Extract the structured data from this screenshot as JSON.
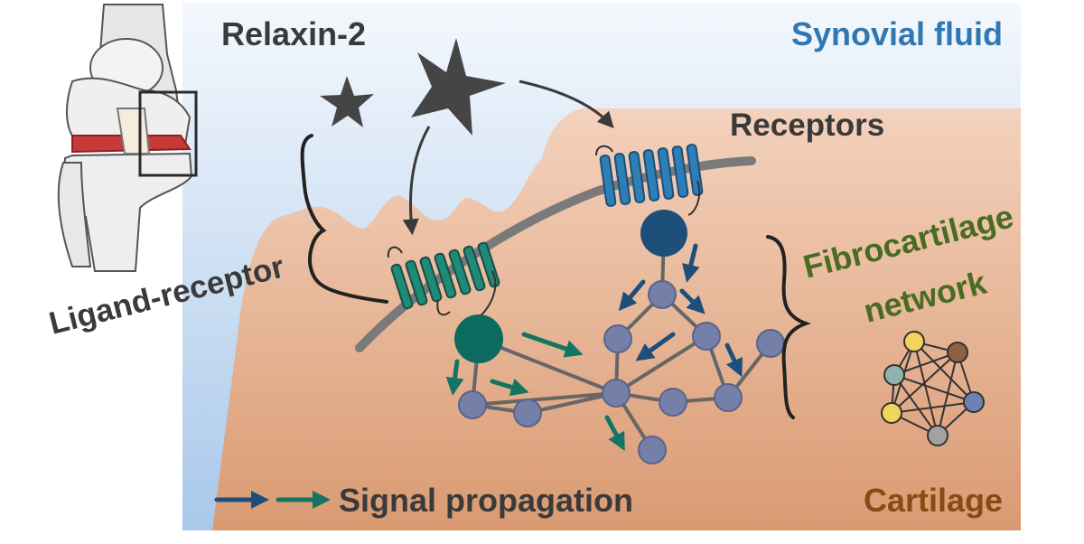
{
  "labels": {
    "ligand": "Relaxin-2",
    "fluid": "Synovial fluid",
    "receptors": "Receptors",
    "ligand_receptor": "Ligand-receptor",
    "network_line1": "Fibrocartilage",
    "network_line2": "network",
    "signal": "Signal propagation",
    "cartilage": "Cartilage"
  },
  "colors": {
    "fluid_text": "#2f78b4",
    "network_text": "#4a6b22",
    "cartilage_text": "#8a4a14",
    "dark_text": "#3a3a3a",
    "receptor_teal": "#1e8a78",
    "receptor_blue": "#2e7fb5",
    "hub_teal": "#0c6b5f",
    "hub_blue": "#1d4f7a",
    "node": "#7480a8",
    "arrow_blue": "#1d4f7a",
    "arrow_teal": "#137463"
  },
  "legend_network": {
    "node_colors": [
      "#f1d45a",
      "#8c6141",
      "#8fb3ae",
      "#6f80b1",
      "#f1d45a",
      "#a2a2a2"
    ]
  }
}
